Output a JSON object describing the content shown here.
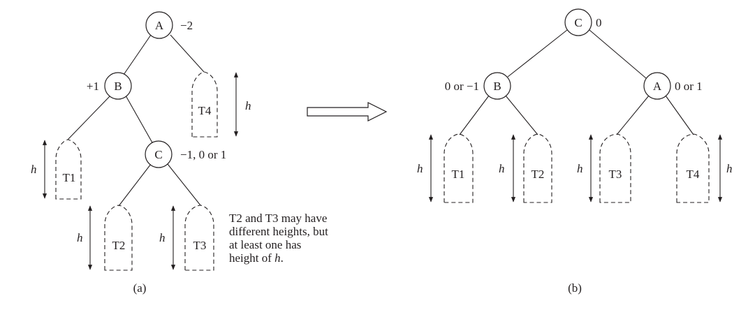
{
  "panel_a": {
    "caption": "(a)",
    "nodes": {
      "A": {
        "label": "A",
        "balance": "−2"
      },
      "B": {
        "label": "B",
        "balance": "+1"
      },
      "C": {
        "label": "C",
        "balance": "−1, 0 or 1"
      }
    },
    "subtrees": {
      "T1": "T1",
      "T2": "T2",
      "T3": "T3",
      "T4": "T4"
    },
    "height_label": "h",
    "note_lines": [
      "T2 and T3 may have",
      "different heights, but",
      "at least one has"
    ],
    "note_last_prefix": "height of ",
    "note_last_var": "h",
    "note_last_suffix": "."
  },
  "panel_b": {
    "caption": "(b)",
    "nodes": {
      "C": {
        "label": "C",
        "balance": "0"
      },
      "B": {
        "label": "B",
        "balance": "0 or −1"
      },
      "A": {
        "label": "A",
        "balance": "0 or 1"
      }
    },
    "subtrees": {
      "T1": "T1",
      "T2": "T2",
      "T3": "T3",
      "T4": "T4"
    },
    "height_label": "h"
  }
}
